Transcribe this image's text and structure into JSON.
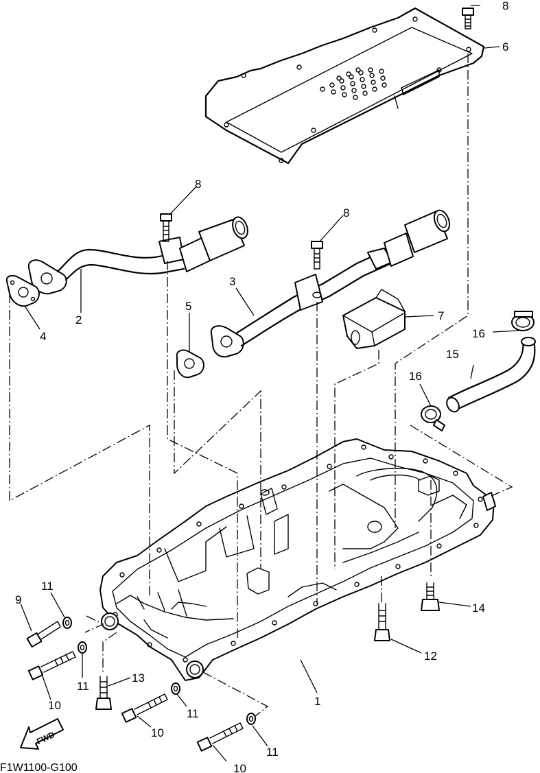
{
  "diagram": {
    "code": "F1W1100-G100",
    "fwd_label": "FWD",
    "callouts": {
      "c1": "1",
      "c2": "2",
      "c3": "3",
      "c4": "4",
      "c5": "5",
      "c6": "6",
      "c7": "7",
      "c8a": "8",
      "c8b": "8",
      "c8c": "8",
      "c9": "9",
      "c10a": "10",
      "c10b": "10",
      "c10c": "10",
      "c11a": "11",
      "c11b": "11",
      "c11c": "11",
      "c11d": "11",
      "c12": "12",
      "c13": "13",
      "c14": "14",
      "c15": "15",
      "c16a": "16",
      "c16b": "16"
    }
  }
}
